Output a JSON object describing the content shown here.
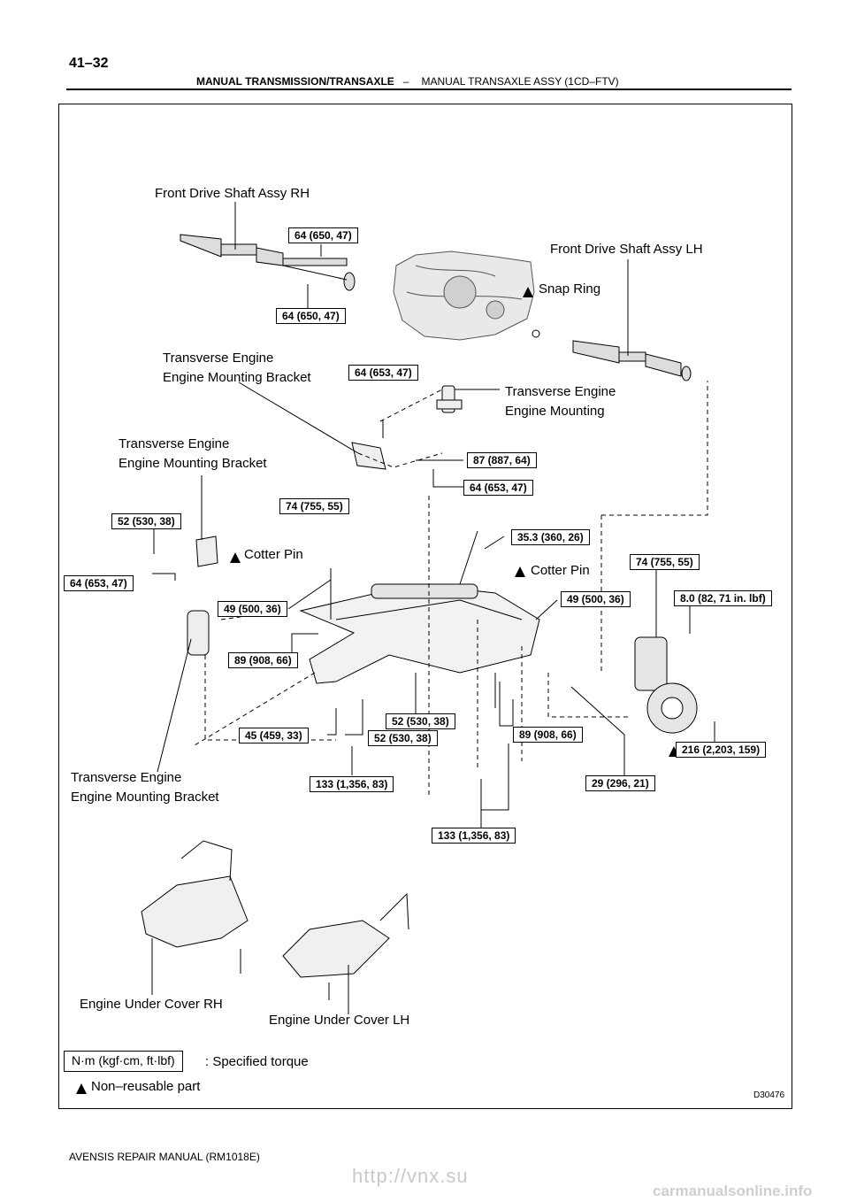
{
  "header": {
    "page_number": "41–32",
    "section": "MANUAL TRANSMISSION/TRANSAXLE",
    "separator": "–",
    "subsection": "MANUAL TRANSAXLE ASSY (1CD–FTV)"
  },
  "labels": {
    "front_drive_shaft_rh": "Front Drive Shaft Assy RH",
    "front_drive_shaft_lh": "Front Drive Shaft Assy LH",
    "snap_ring": "Snap Ring",
    "engine_mounting_bracket_top_1": "Transverse Engine",
    "engine_mounting_bracket_top_2": "Engine Mounting Bracket",
    "engine_mounting_1": "Transverse Engine",
    "engine_mounting_2": "Engine Mounting",
    "engine_mounting_bracket_mid_1": "Transverse Engine",
    "engine_mounting_bracket_mid_2": "Engine Mounting Bracket",
    "cotter_pin_left": "Cotter Pin",
    "cotter_pin_right": "Cotter Pin",
    "engine_mounting_bracket_low_1": "Transverse Engine",
    "engine_mounting_bracket_low_2": "Engine Mounting Bracket",
    "engine_under_cover_rh": "Engine Under Cover RH",
    "engine_under_cover_lh": "Engine Under Cover LH"
  },
  "torques": {
    "t1": "64 (650, 47)",
    "t2": "64 (650, 47)",
    "t3": "64 (653, 47)",
    "t4": "87 (887, 64)",
    "t5": "64 (653, 47)",
    "t6": "74 (755, 55)",
    "t7": "52 (530, 38)",
    "t8": "64 (653, 47)",
    "t9": "35.3 (360, 26)",
    "t10": "74 (755, 55)",
    "t11": "49 (500, 36)",
    "t12": "49 (500, 36)",
    "t13": "8.0 (82, 71 in. lbf)",
    "t14": "89 (908, 66)",
    "t15": "52 (530, 38)",
    "t16": "45 (459, 33)",
    "t17": "52 (530, 38)",
    "t18": "89 (908, 66)",
    "t19": "216 (2,203, 159)",
    "t20": "133 (1,356, 83)",
    "t21": "29 (296, 21)",
    "t22": "133 (1,356, 83)"
  },
  "legend": {
    "torque_unit": "N·m (kgf·cm, ft·lbf)",
    "specified_torque": ": Specified torque",
    "non_reusable": "Non–reusable part"
  },
  "figure_code": "D30476",
  "footer": "AVENSIS REPAIR MANUAL   (RM1018E)",
  "watermark": "http://vnx.su",
  "site_mark": "carmanualsonline.info"
}
